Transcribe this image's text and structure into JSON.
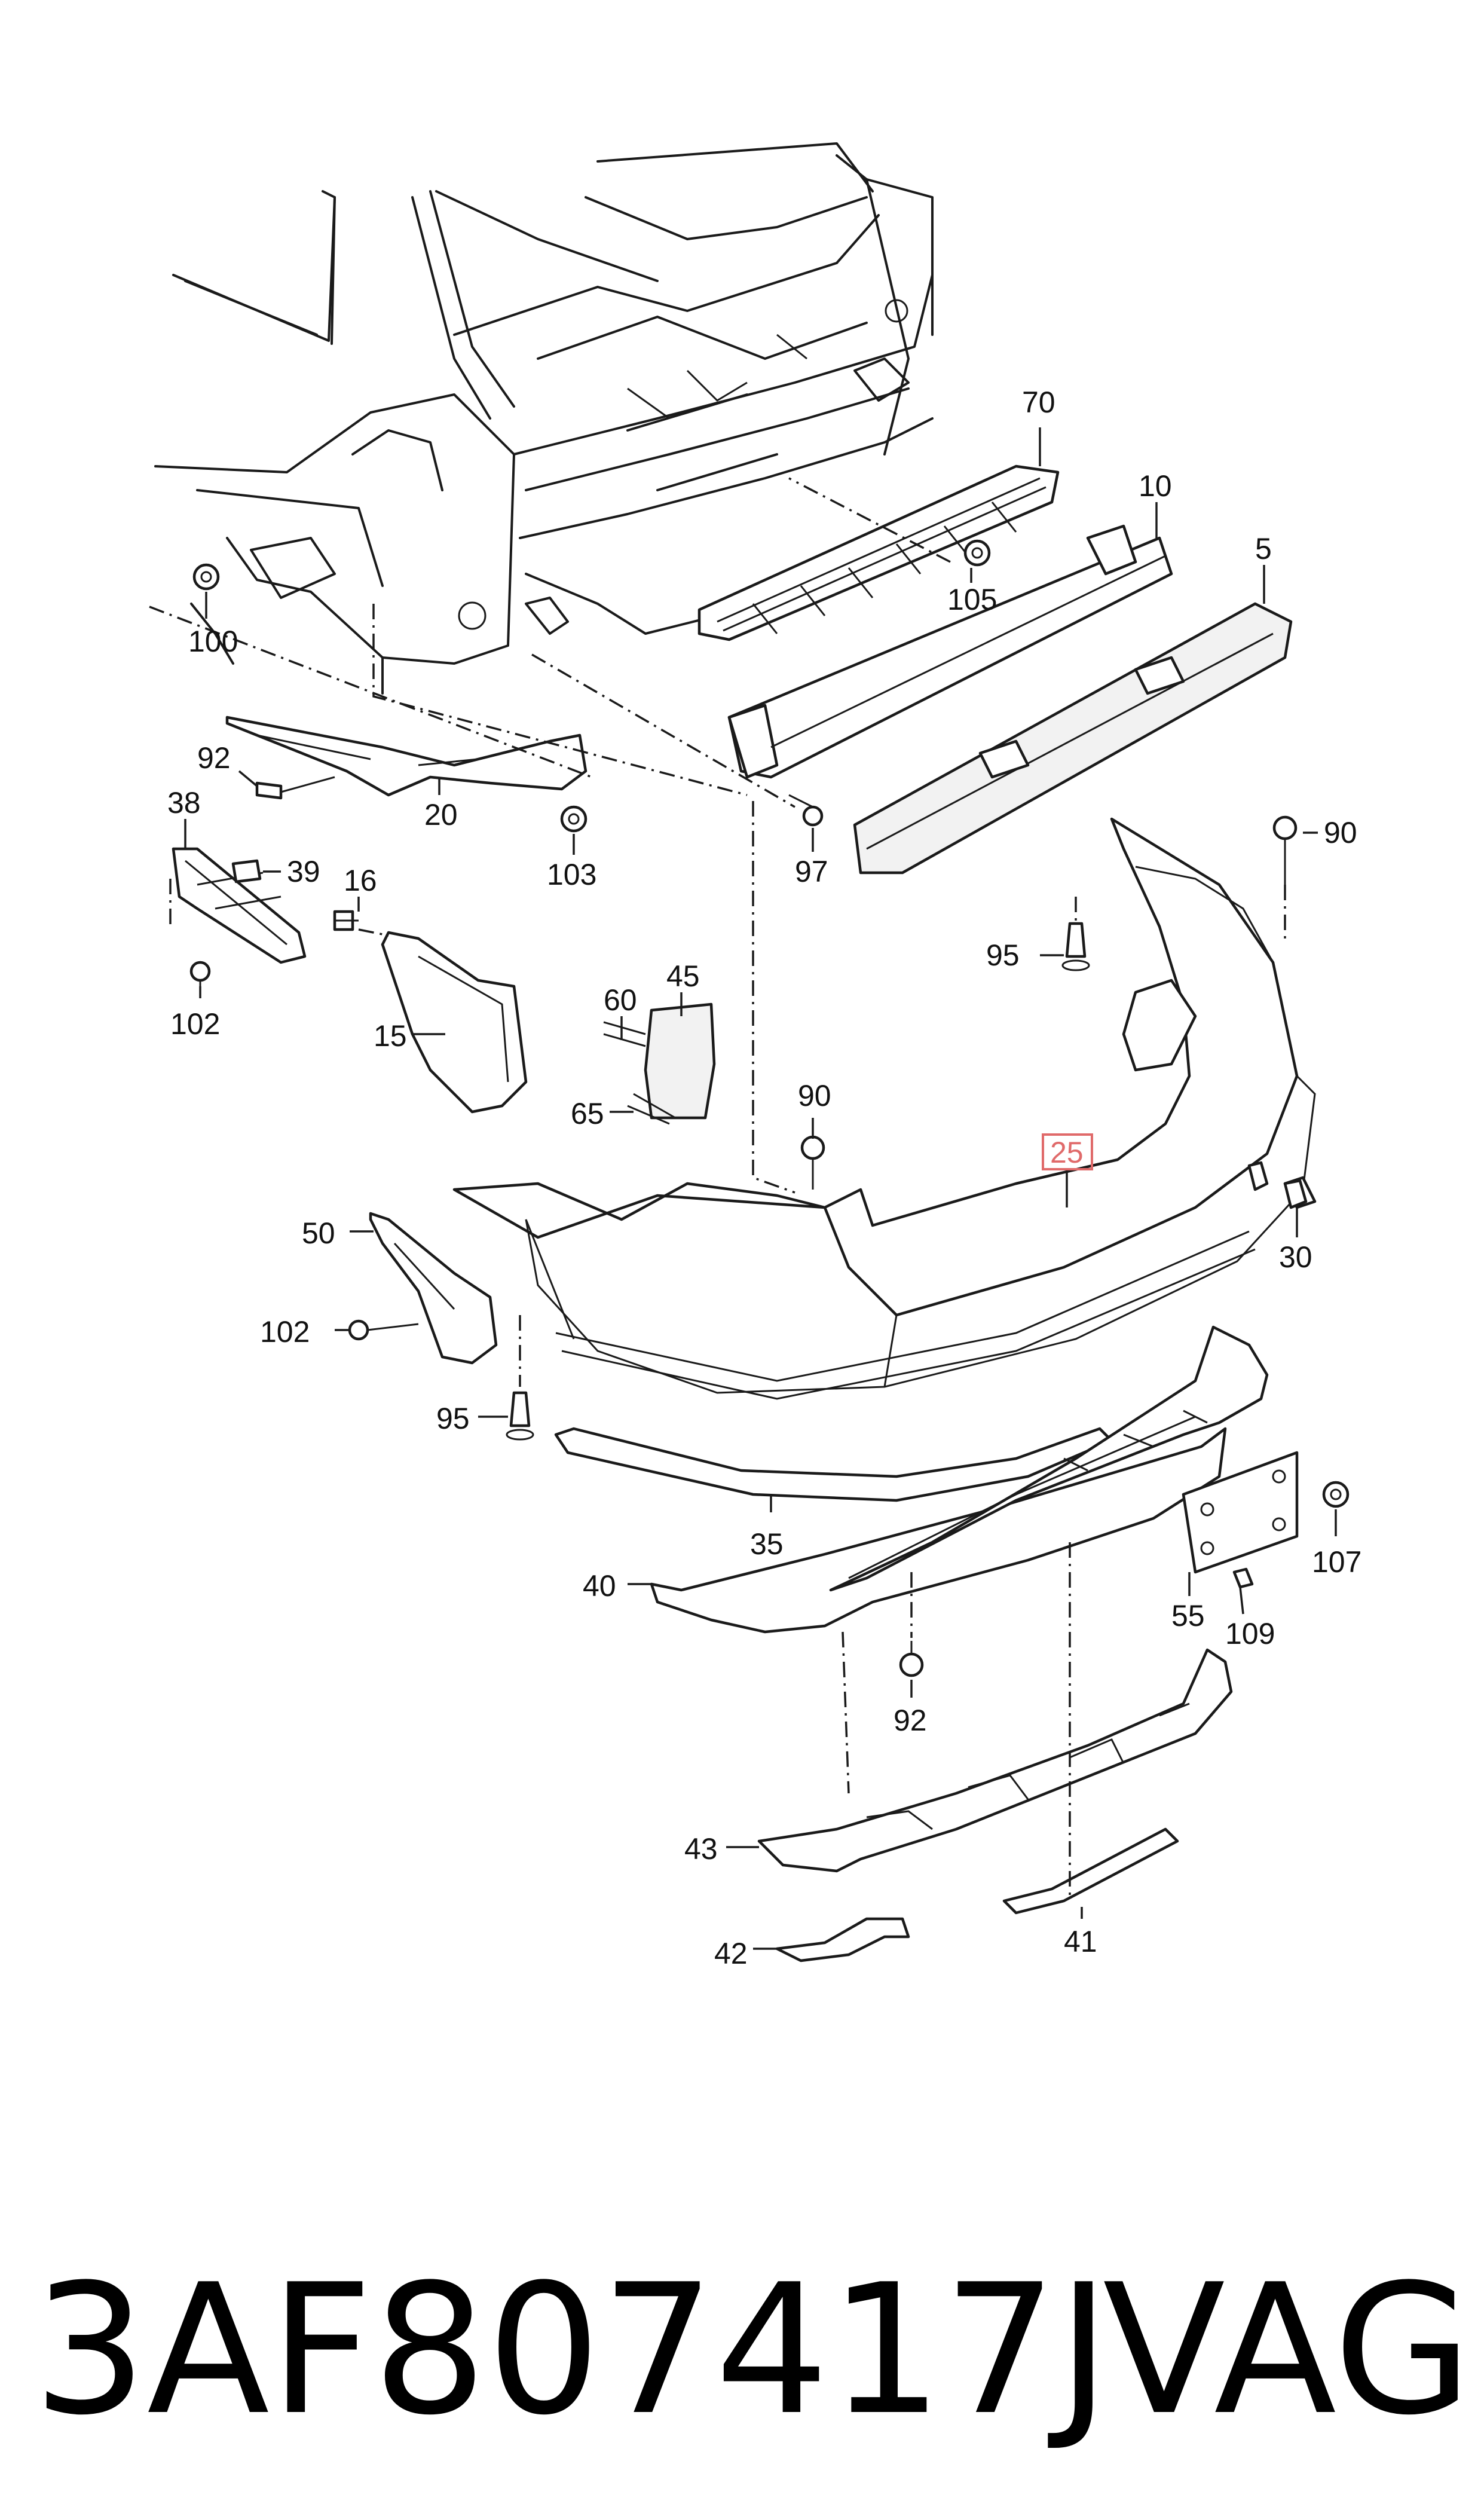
{
  "callouts": {
    "c5": "5",
    "c10": "10",
    "c15": "15",
    "c16": "16",
    "c20": "20",
    "c25": "25",
    "c30": "30",
    "c35": "35",
    "c38": "38",
    "c39": "39",
    "c40": "40",
    "c41": "41",
    "c42": "42",
    "c43": "43",
    "c45": "45",
    "c50": "50",
    "c55": "55",
    "c60": "60",
    "c65": "65",
    "c70": "70",
    "c90a": "90",
    "c90b": "90",
    "c92a": "92",
    "c92b": "92",
    "c95a": "95",
    "c95b": "95",
    "c97": "97",
    "c100": "100",
    "c102a": "102",
    "c102b": "102",
    "c103": "103",
    "c105": "105",
    "c107": "107",
    "c109": "109"
  },
  "highlight_color": "#e06a6a",
  "footer": {
    "part_number": "3AF807417J",
    "brand": "VAG"
  }
}
